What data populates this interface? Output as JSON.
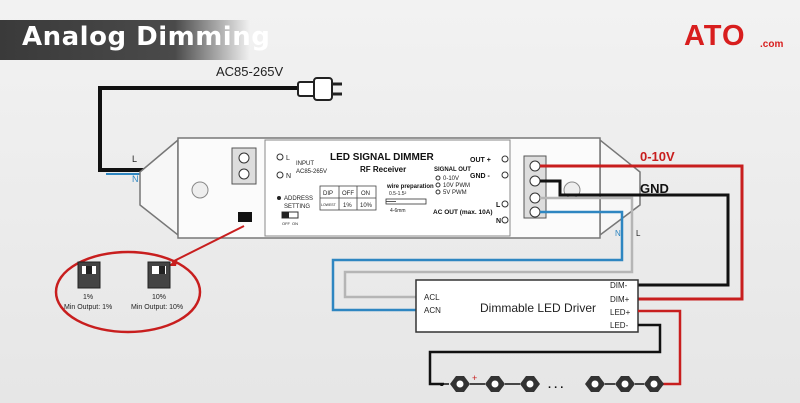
{
  "title": "Analog Dimming",
  "logo": {
    "main": "ATO",
    "suffix": ".com"
  },
  "power": {
    "voltage_label": "AC85-265V",
    "wire_l": "L",
    "wire_n": "N"
  },
  "dimmer": {
    "heading": "LED SIGNAL DIMMER",
    "subheading": "RF Receiver",
    "input_label": "INPUT",
    "input_voltage": "AC85-265V",
    "terminal_l": "L",
    "terminal_n": "N",
    "address_label_1": "ADDRESS",
    "address_label_2": "SETTING",
    "switch_off": "OFF",
    "switch_on": "ON",
    "dip_header": [
      "DIP",
      "OFF",
      "ON"
    ],
    "dip_row": [
      "LOWEST",
      "1%",
      "10%"
    ],
    "wire_prep_title": "wire preparation",
    "wire_prep_gauge": "0.5-1.5²",
    "wire_prep_length": "4-6mm",
    "signal_out_title": "SIGNAL OUT",
    "signal_options": [
      "0-10V",
      "10V PWM",
      "5V PWM"
    ],
    "out_plus": "OUT +",
    "gnd_minus": "GND -",
    "ac_out_l": "L",
    "ac_out_label": "AC OUT (max. 10A)",
    "ac_out_n": "N"
  },
  "signal_wires": {
    "signal": "0-10V",
    "ground": "GND",
    "out_n": "N",
    "out_l": "L"
  },
  "switch_detail": [
    {
      "value": "1%",
      "caption": "Min Output: 1%"
    },
    {
      "value": "10%",
      "caption": "Min Output: 10%"
    }
  ],
  "driver": {
    "label": "Dimmable LED Driver",
    "acl": "ACL",
    "acn": "ACN",
    "dim_minus": "DIM-",
    "dim_plus": "DIM+",
    "led_plus": "LED+",
    "led_minus": "LED-"
  },
  "led_strip": {
    "plus": "+",
    "minus": "-",
    "ellipsis": ". . ."
  },
  "colors": {
    "brand_red": "#d81e1e",
    "wire_red": "#c81e1e",
    "wire_blue": "#2e86c1",
    "wire_black": "#111111",
    "wire_gray": "#b5b5b5"
  }
}
